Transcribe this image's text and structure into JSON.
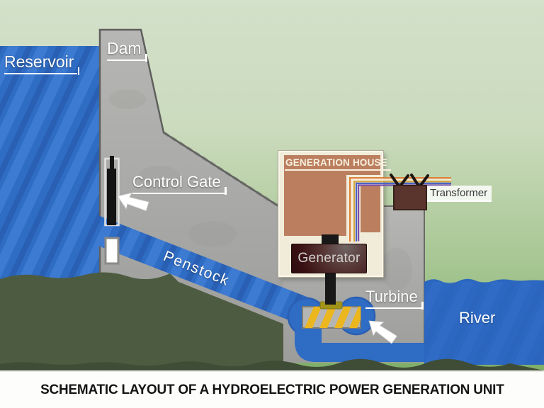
{
  "title_bar": {
    "title": "SCHEMATIC LAYOUT OF A HYDROELECTRIC POWER GENERATION UNIT"
  },
  "diagram": {
    "labels": {
      "reservoir": "Reservoir",
      "dam": "Dam",
      "control_gate": "Control Gate",
      "penstock": "Penstock",
      "generation_house": "GENERATION HOUSE",
      "generator": "Generator",
      "turbine": "Turbine",
      "transformer": "Transformer",
      "river": "River"
    },
    "colors": {
      "sky_top": "#d3e0ca",
      "ground_green": "#7fae69",
      "water_blue": "#2f6cc4",
      "river_blue": "#2b66c0",
      "concrete_gray": "#aaaaa8",
      "hill_dark_green": "#4d5b40",
      "house_wall_cream": "#f1ecd9",
      "house_panel_brown": "#bb7f5f",
      "generator_maroon": "#3a1013",
      "turbine_stripe_yellow": "#ecb71e",
      "shaft_black": "#181818",
      "transformer_brown": "#5a352e",
      "wire_orange": "#e0813a",
      "wire_cream": "#f5ecd9",
      "wire_gold": "#d4a843",
      "wire_blue": "#4a63c8",
      "wire_purple": "#7a4fb0"
    }
  }
}
